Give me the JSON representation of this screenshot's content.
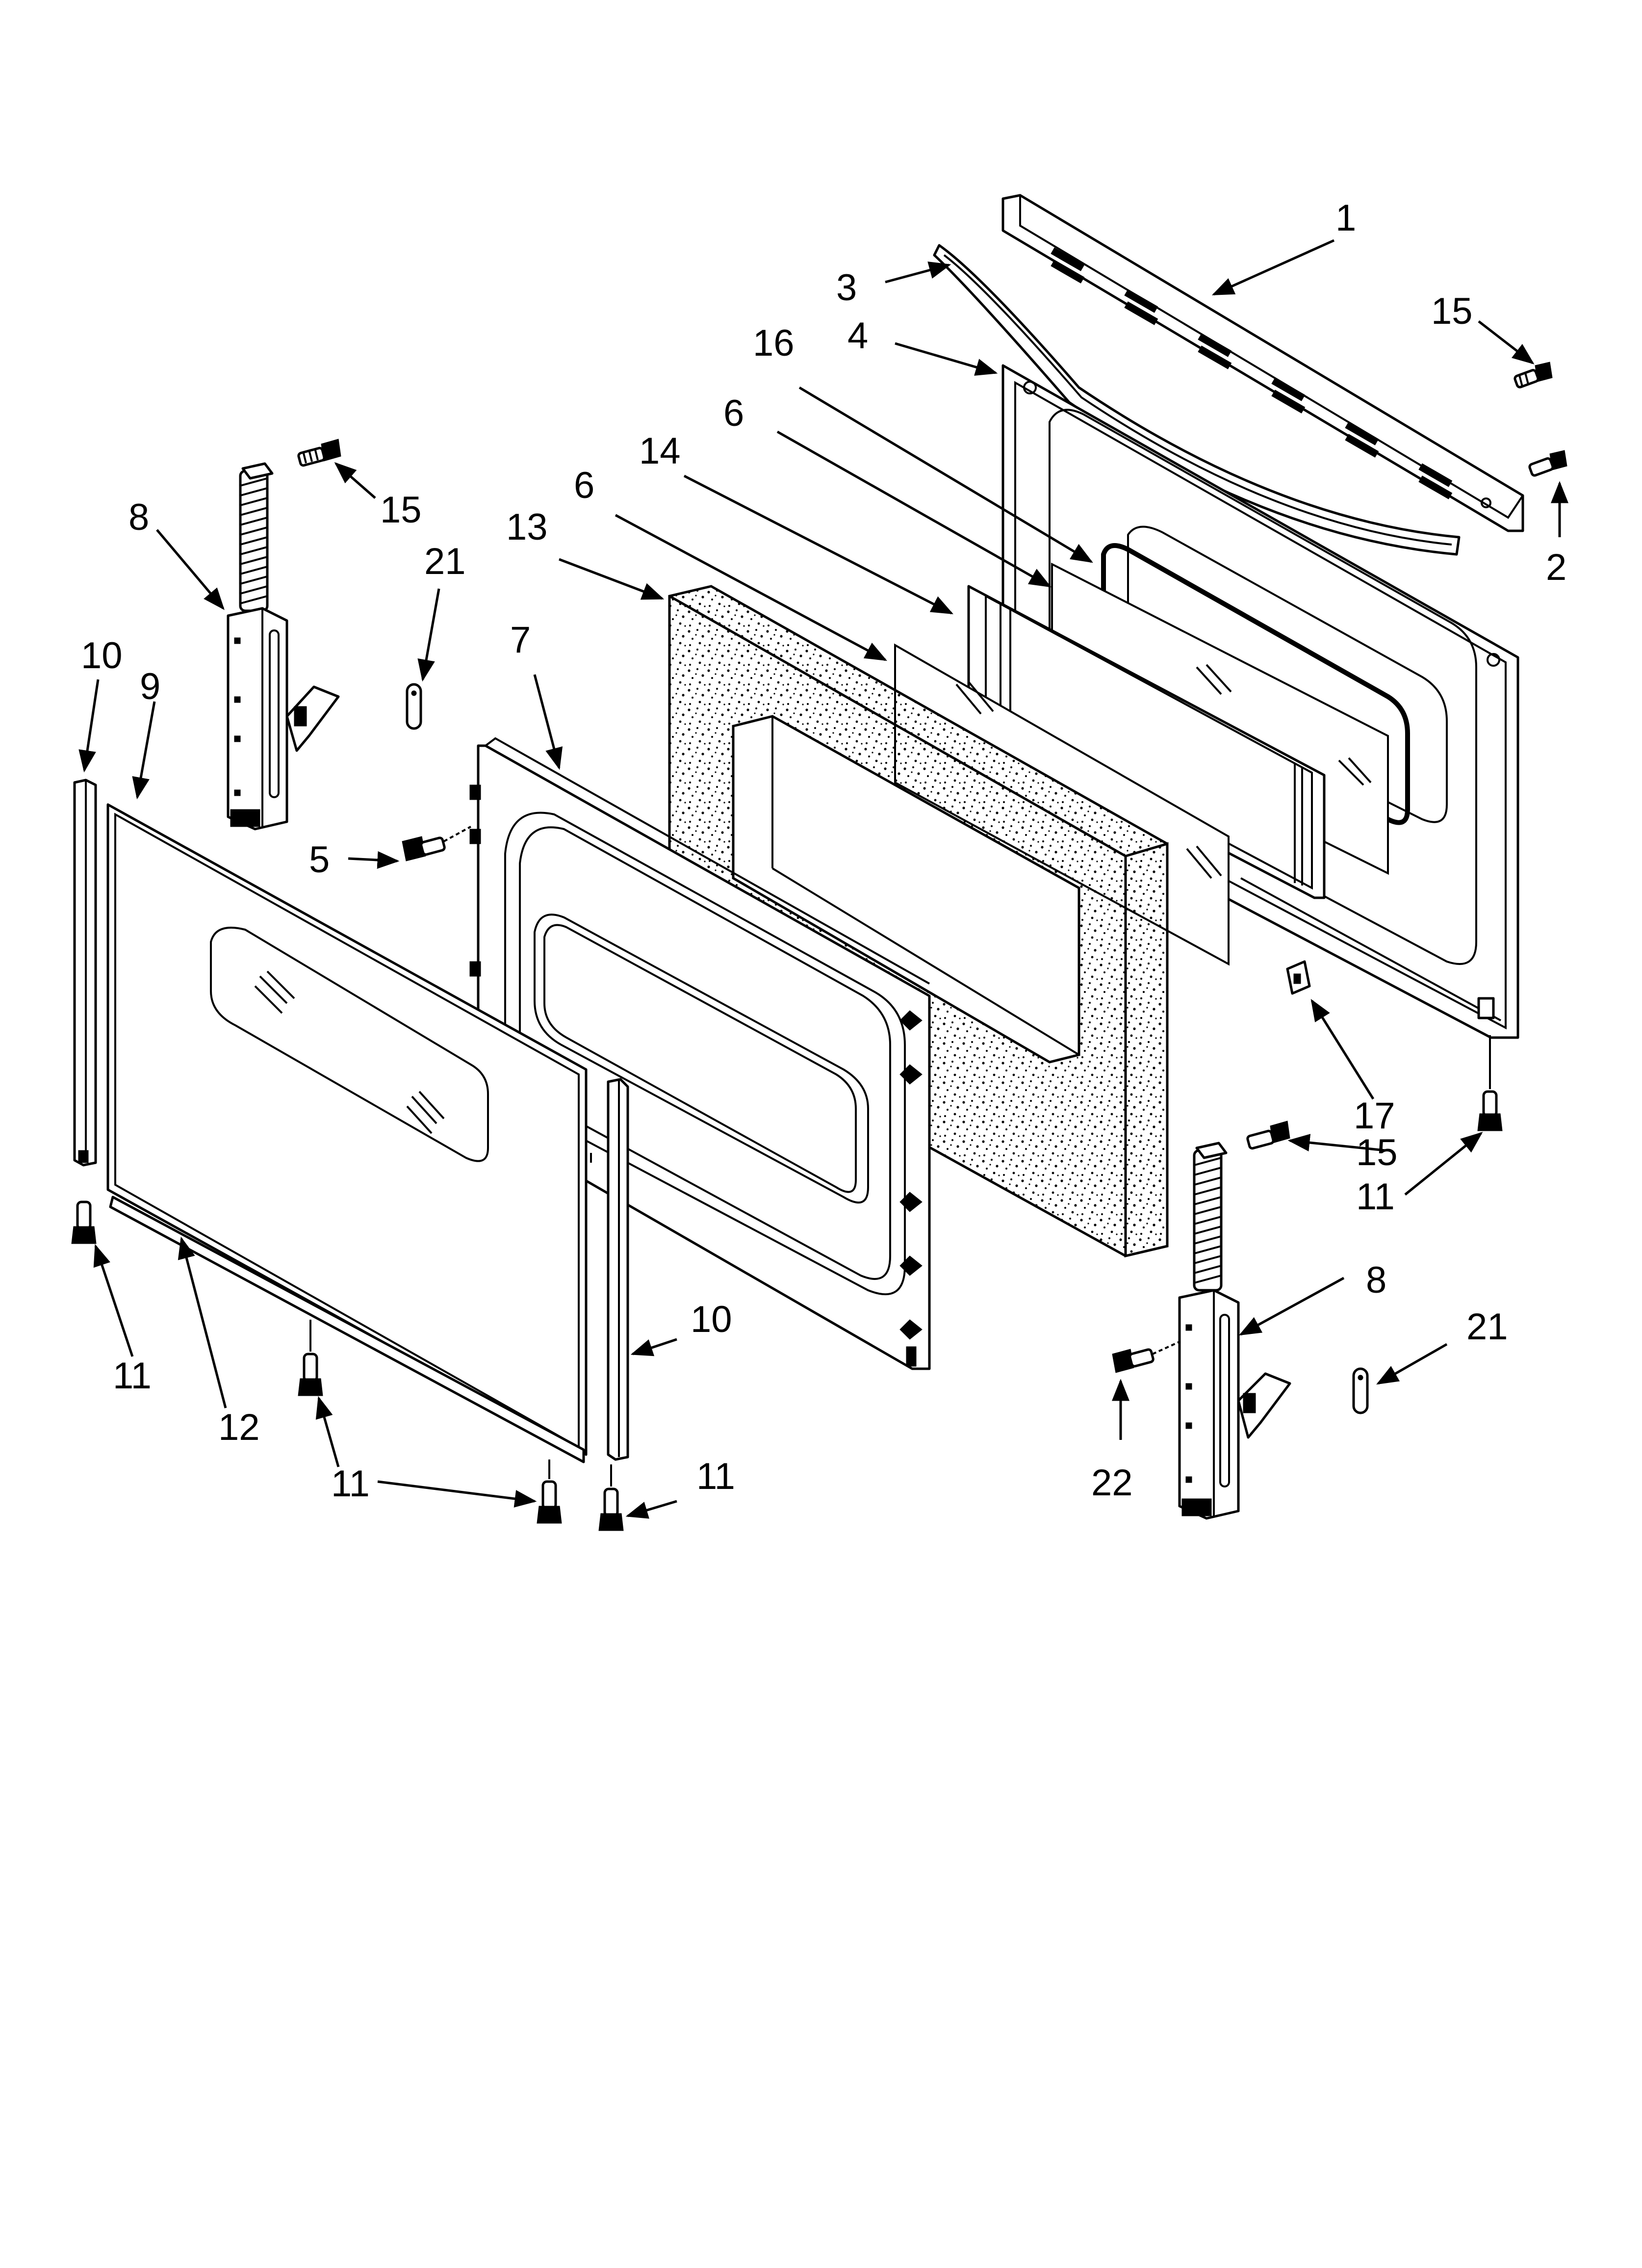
{
  "diagram": {
    "callouts": [
      {
        "id": "c1",
        "text": "1"
      },
      {
        "id": "c2",
        "text": "2"
      },
      {
        "id": "c3",
        "text": "3"
      },
      {
        "id": "c4",
        "text": "4"
      },
      {
        "id": "c5",
        "text": "5"
      },
      {
        "id": "c6a",
        "text": "6"
      },
      {
        "id": "c6b",
        "text": "6"
      },
      {
        "id": "c7",
        "text": "7"
      },
      {
        "id": "c8a",
        "text": "8"
      },
      {
        "id": "c8b",
        "text": "8"
      },
      {
        "id": "c9",
        "text": "9"
      },
      {
        "id": "c10a",
        "text": "10"
      },
      {
        "id": "c10b",
        "text": "10"
      },
      {
        "id": "c11a",
        "text": "11"
      },
      {
        "id": "c11b",
        "text": "11"
      },
      {
        "id": "c11c",
        "text": "11"
      },
      {
        "id": "c11d",
        "text": "11"
      },
      {
        "id": "c12",
        "text": "12"
      },
      {
        "id": "c13",
        "text": "13"
      },
      {
        "id": "c14",
        "text": "14"
      },
      {
        "id": "c15a",
        "text": "15"
      },
      {
        "id": "c15b",
        "text": "15"
      },
      {
        "id": "c15c",
        "text": "15"
      },
      {
        "id": "c16",
        "text": "16"
      },
      {
        "id": "c17",
        "text": "17"
      },
      {
        "id": "c21a",
        "text": "21"
      },
      {
        "id": "c21b",
        "text": "21"
      },
      {
        "id": "c22",
        "text": "22"
      }
    ]
  }
}
